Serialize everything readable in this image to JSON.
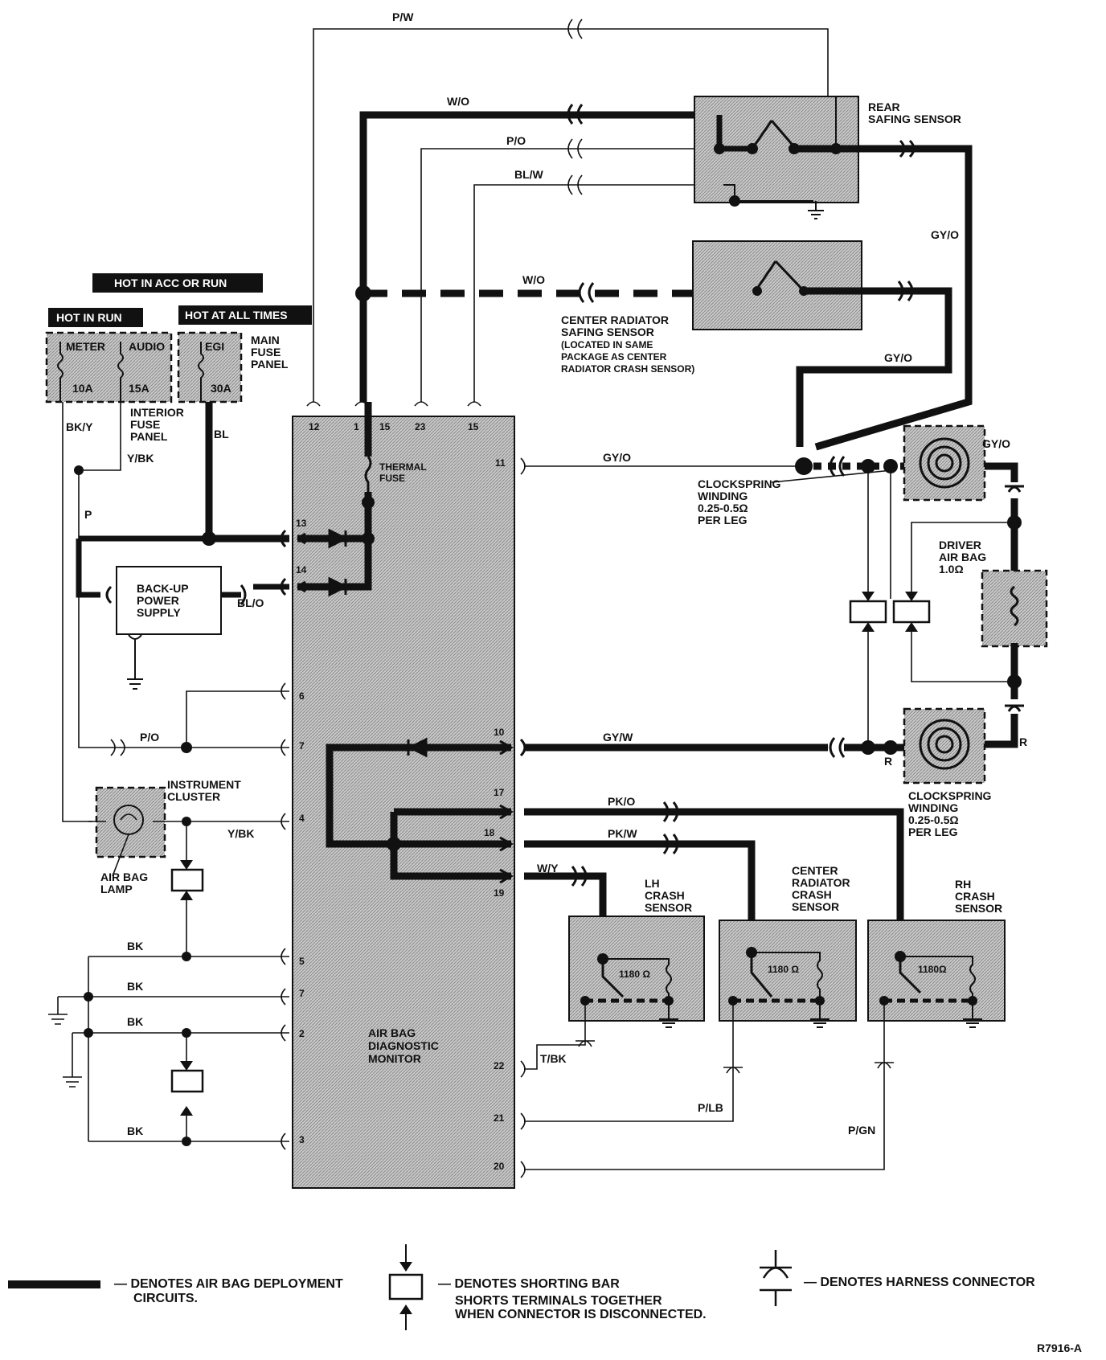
{
  "wires": {
    "p_w": "P/W",
    "w_o_top": "W/O",
    "p_o_top": "P/O",
    "bl_w": "BL/W",
    "gy_o_right": "GY/O",
    "w_o_mid": "W/O",
    "gy_o_mid": "GY/O",
    "gy_o_11": "GY/O",
    "gy_o_driver": "GY/O",
    "bk_y": "BK/Y",
    "y_bk_fuse": "Y/BK",
    "bl": "BL",
    "p": "P",
    "bl_o": "BL/O",
    "p_o_left": "P/O",
    "gy_w": "GY/W",
    "r_left": "R",
    "r_right": "R",
    "pk_o": "PK/O",
    "pk_w": "PK/W",
    "w_y": "W/Y",
    "y_bk_cluster": "Y/BK",
    "bk_1": "BK",
    "bk_2": "BK",
    "bk_3": "BK",
    "bk_4": "BK",
    "t_bk": "T/BK",
    "p_lb": "P/LB",
    "p_gn": "P/GN"
  },
  "headers": {
    "hot_acc_run": "HOT IN ACC OR RUN",
    "hot_run": "HOT IN RUN",
    "hot_all_times": "HOT AT ALL TIMES"
  },
  "fuses": {
    "meter": "METER",
    "audio": "AUDIO",
    "egi": "EGI",
    "a10": "10A",
    "a15": "15A",
    "a30": "30A"
  },
  "labels": {
    "rear_safing": [
      "REAR",
      "SAFING SENSOR"
    ],
    "center_safing": [
      "CENTER RADIATOR",
      "SAFING SENSOR",
      "(LOCATED IN SAME",
      "PACKAGE AS CENTER",
      "RADIATOR CRASH SENSOR)"
    ],
    "main_fuse": [
      "MAIN",
      "FUSE",
      "PANEL"
    ],
    "interior_fuse": [
      "INTERIOR",
      "FUSE",
      "PANEL"
    ],
    "thermal_fuse": [
      "THERMAL",
      "FUSE"
    ],
    "clockspring_1": [
      "CLOCKSPRING",
      "WINDING",
      "0.25-0.5Ω",
      "PER LEG"
    ],
    "clockspring_2": [
      "CLOCKSPRING",
      "WINDING",
      "0.25-0.5Ω",
      "PER LEG"
    ],
    "driver_airbag": [
      "DRIVER",
      "AIR BAG",
      "1.0Ω"
    ],
    "backup_power": [
      "BACK-UP",
      "POWER",
      "SUPPLY"
    ],
    "instrument_cluster": [
      "INSTRUMENT",
      "CLUSTER"
    ],
    "airbag_lamp": [
      "AIR BAG",
      "LAMP"
    ],
    "lh_crash": [
      "LH",
      "CRASH",
      "SENSOR"
    ],
    "center_crash": [
      "CENTER",
      "RADIATOR",
      "CRASH",
      "SENSOR"
    ],
    "rh_crash": [
      "RH",
      "CRASH",
      "SENSOR"
    ],
    "monitor": [
      "AIR BAG",
      "DIAGNOSTIC",
      "MONITOR"
    ],
    "ohm_lh": "1180 Ω",
    "ohm_center": "1180 Ω",
    "ohm_rh": "1180Ω"
  },
  "pins": {
    "p12": "12",
    "p1": "1",
    "p15a": "15",
    "p23": "23",
    "p15b": "15",
    "p11": "11",
    "p13": "13",
    "p14": "14",
    "p6": "6",
    "p10": "10",
    "p7a": "7",
    "p4": "4",
    "p17": "17",
    "p18": "18",
    "p19": "19",
    "p5": "5",
    "p7b": "7",
    "p2": "2",
    "p22": "22",
    "p21": "21",
    "p20": "20",
    "p3": "3"
  },
  "legend": {
    "deployment": [
      "— DENOTES AIR BAG DEPLOYMENT",
      "CIRCUITS."
    ],
    "shorting_bar": [
      "— DENOTES SHORTING BAR",
      "SHORTS TERMINALS TOGETHER",
      "WHEN CONNECTOR IS DISCONNECTED."
    ],
    "harness": "— DENOTES HARNESS CONNECTOR"
  },
  "figure_id": "R7916-A"
}
